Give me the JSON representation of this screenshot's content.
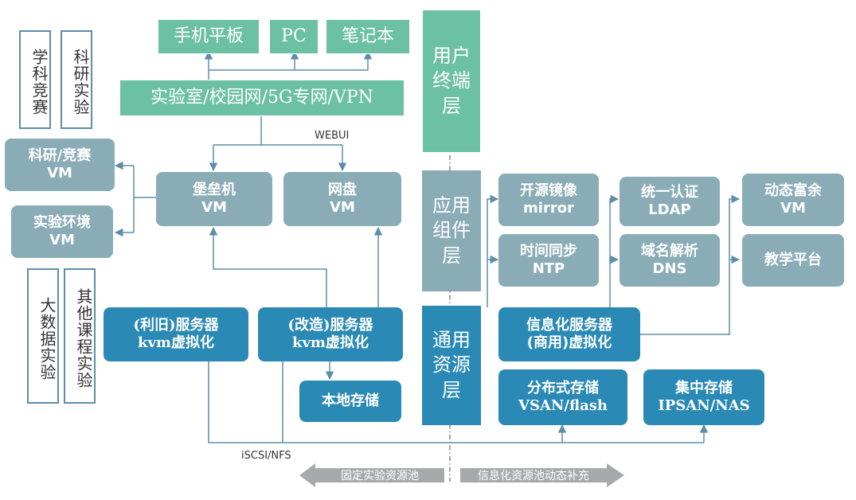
{
  "devices": [
    "手机平板",
    "PC",
    "笔记本"
  ],
  "network": "实验室/校园网/5G专网/VPN",
  "webui_label": "WEBUI",
  "iscsi_label": "iSCSI/NFS",
  "left_top_labels": [
    "学科竞赛",
    "科研实验"
  ],
  "left_bottom_labels": [
    "大数据实验",
    "其他课程实验"
  ],
  "vm_left": [
    {
      "line1": "科研/竞赛",
      "line2": "VM"
    },
    {
      "line1": "实验环境",
      "line2": "VM"
    }
  ],
  "bastion": {
    "line1": "堡垒机",
    "line2": "VM"
  },
  "netdisk": {
    "line1": "网盘",
    "line2": "VM"
  },
  "server_old": {
    "line1": "(利旧)服务器",
    "line2": "kvm虚拟化"
  },
  "server_mod": {
    "line1": "(改造)服务器",
    "line2": "kvm虚拟化"
  },
  "local_storage": "本地存储",
  "layers": {
    "user": "用户终端层",
    "app": "应用组件层",
    "resource": "通用资源层"
  },
  "components": {
    "mirror": {
      "line1": "开源镜像",
      "line2": "mirror"
    },
    "ntp": {
      "line1": "时间同步",
      "line2": "NTP"
    },
    "ldap": {
      "line1": "统一认证",
      "line2": "LDAP"
    },
    "dns": {
      "line1": "域名解析",
      "line2": "DNS"
    },
    "dynvm": {
      "line1": "动态富余",
      "line2": "VM"
    },
    "teaching": "教学平台"
  },
  "info_server": {
    "line1": "信息化服务器",
    "line2": "(商用)虚拟化"
  },
  "dist_storage": {
    "line1": "分布式存储",
    "line2": "VSAN/flash"
  },
  "central_storage": {
    "line1": "集中存储",
    "line2": "IPSAN/NAS"
  },
  "bottom_arrows": {
    "left": "固定实验资源池",
    "right": "信息化资源池动态补充"
  },
  "colors": {
    "mint": "#6cc0a3",
    "grey": "#8aacb7",
    "blue": "#2a8ab5",
    "line": "#5d8ea8",
    "arrow_grey": "#a7a9ab"
  }
}
